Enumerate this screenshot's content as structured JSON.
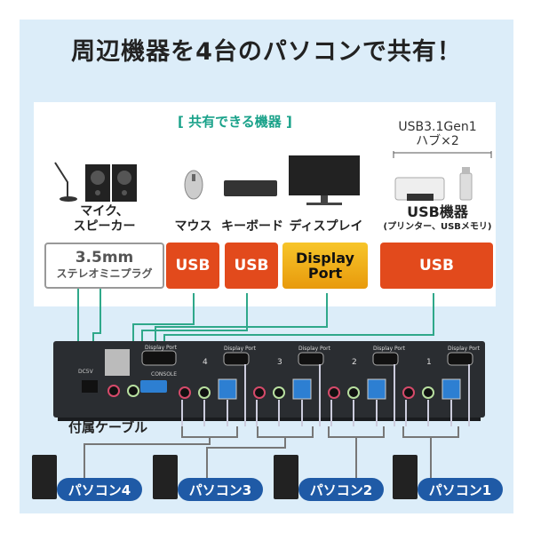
{
  "title": "周辺機器を4台のパソコンで共有！",
  "shared_heading": "[ 共有できる機器 ]",
  "hub_note": {
    "line1": "USB3.1Gen1",
    "line2": "ハブ×2"
  },
  "devices": [
    {
      "name_line1": "マイク、",
      "name_line2": "スピーカー",
      "connector_line1": "3.5mm",
      "connector_line2": "ステレオミニプラグ"
    },
    {
      "name_line1": "",
      "name_line2": "マウス",
      "connector_line1": "USB",
      "connector_line2": ""
    },
    {
      "name_line1": "",
      "name_line2": "キーボード",
      "connector_line1": "USB",
      "connector_line2": ""
    },
    {
      "name_line1": "",
      "name_line2": "ディスプレイ",
      "connector_line1": "Display",
      "connector_line2": "Port"
    },
    {
      "name_line1": "USB機器",
      "name_line2": "(プリンター、USBメモリ)",
      "connector_line1": "USB",
      "connector_line2": ""
    }
  ],
  "kvm": {
    "dc_label": "DC5V",
    "console_label": "CONSOLE",
    "port_label": "Display Port",
    "ports": [
      "4",
      "3",
      "2",
      "1"
    ]
  },
  "cable_label": "付属ケーブル",
  "pcs": [
    "パソコン4",
    "パソコン3",
    "パソコン2",
    "パソコン1"
  ],
  "colors": {
    "usb": "#e24a1c",
    "dp": "#f0b020",
    "pc": "#1f5aa6",
    "teal": "#1aa28a",
    "bg": "#dcedf9"
  }
}
